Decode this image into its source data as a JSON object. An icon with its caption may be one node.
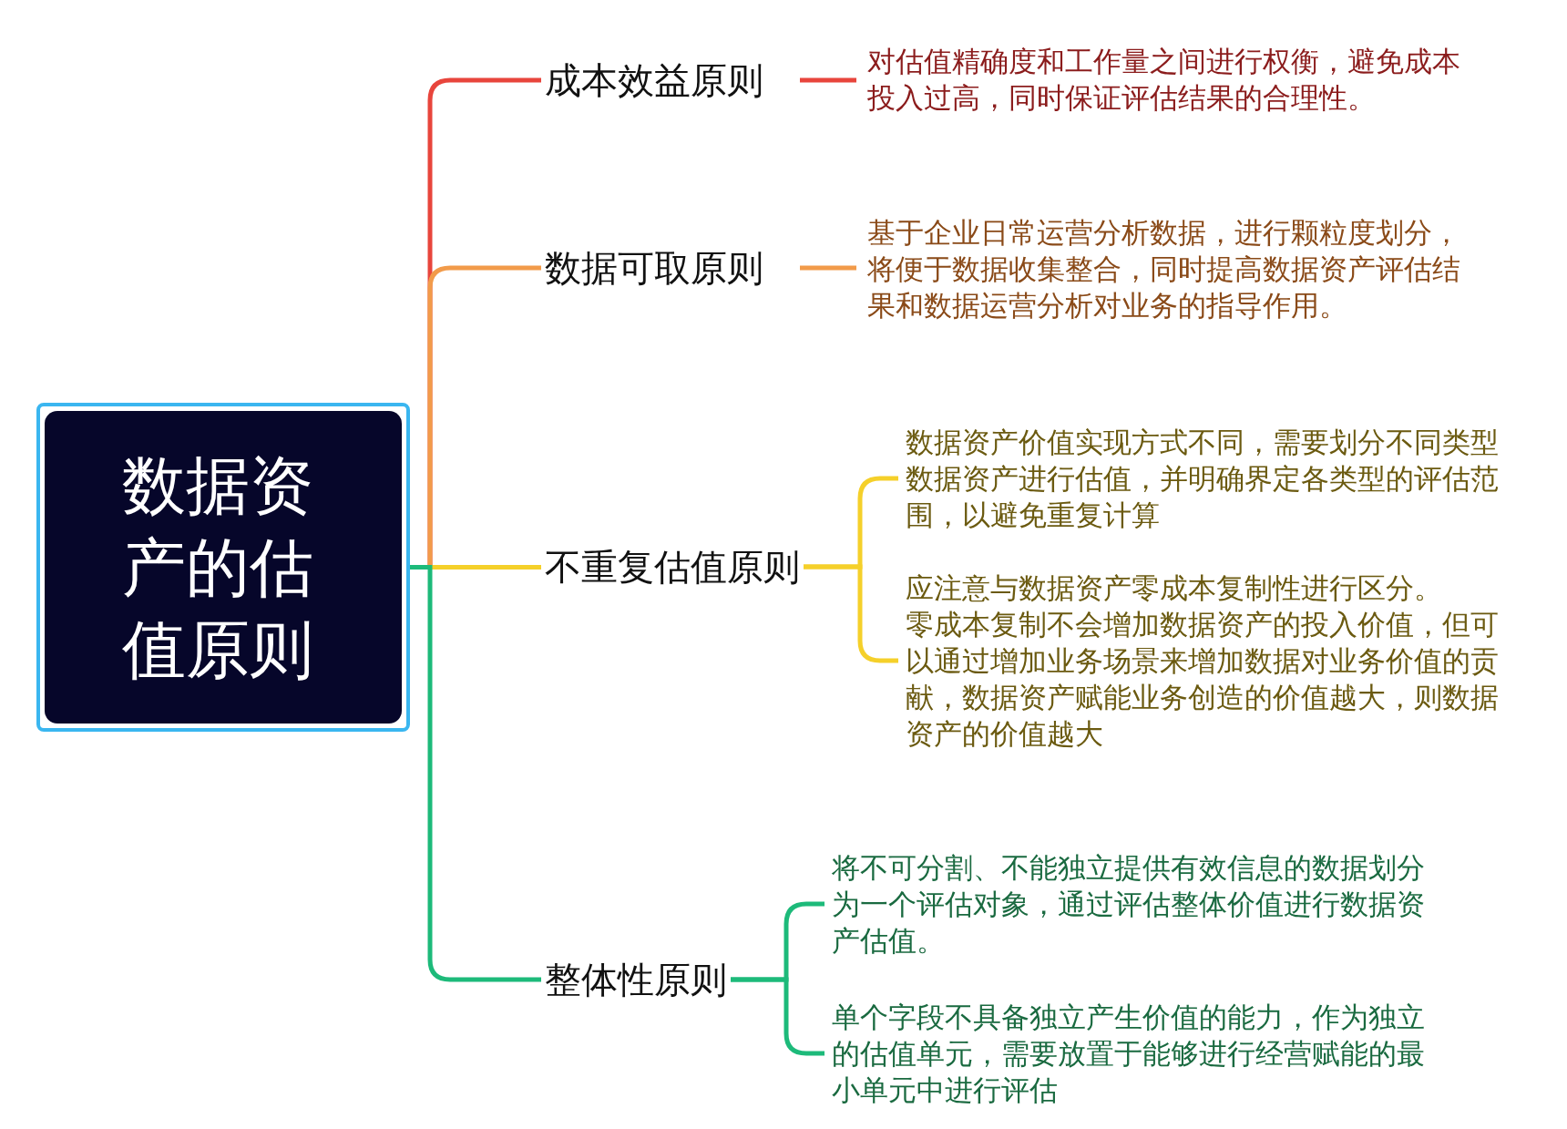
{
  "diagram": {
    "nodes": [
      {
        "text": [
          "数据资产的估值原则"
        ]
      },
      {
        "text": [
          "成本效益原则"
        ]
      },
      {
        "text": [
          "对估值精确度和工作量之间进行权衡，避免成本投入过高，同时保证评估结果的合理性。"
        ]
      },
      {
        "text": [
          "数据可取原则"
        ]
      },
      {
        "text": [
          "基于企业日常运营分析数据，进行颗粒度划分，将便于数据收集整合，同时提高数据资产评估结果和数据运营分析对业务的指导作用。"
        ]
      },
      {
        "text": [
          "不重复估值原则"
        ]
      },
      {
        "text": [
          "数据资产价值实现方式不同，需要划分不同类型数据资产进行估值，并明确界定各类型的评估范围，以避免重复计算"
        ]
      },
      {
        "text": [
          "应注意与数据资产零成本复制性进行区分。",
          "零成本复制不会增加数据资产的投入价值，但可以通过增加业务场景来增加数据对业务价值的贡献，数据资产赋能业务创造的价值越大，则数据资产的价值越大"
        ]
      },
      {
        "text": [
          "整体性原则"
        ]
      },
      {
        "text": [
          "将不可分割、不能独立提供有效信息的数据划分为一个评估对象，通过评估整体价值进行数据资产估值。"
        ]
      },
      {
        "text": [
          "单个字段不具备独立产生价值的能力，作为独立的估值单元，需要放置于能够进行经营赋能的最小单元中进行评估"
        ]
      }
    ],
    "edges": [
      {
        "from": 0,
        "to": 1,
        "arrow": "none",
        "color": "#e8453c"
      },
      {
        "from": 0,
        "to": 3,
        "arrow": "none",
        "color": "#f29b4a"
      },
      {
        "from": 0,
        "to": 5,
        "arrow": "none",
        "color": "#f5d02a"
      },
      {
        "from": 0,
        "to": 8,
        "arrow": "none",
        "color": "#1dba7a"
      },
      {
        "from": 1,
        "to": 2,
        "arrow": "none",
        "color": "#e8453c"
      },
      {
        "from": 3,
        "to": 4,
        "arrow": "none",
        "color": "#f29b4a"
      },
      {
        "from": 5,
        "to": 6,
        "arrow": "none",
        "color": "#f5d02a"
      },
      {
        "from": 5,
        "to": 7,
        "arrow": "none",
        "color": "#f5d02a"
      },
      {
        "from": 8,
        "to": 9,
        "arrow": "none",
        "color": "#1dba7a"
      },
      {
        "from": 8,
        "to": 10,
        "arrow": "none",
        "color": "#1dba7a"
      }
    ]
  }
}
